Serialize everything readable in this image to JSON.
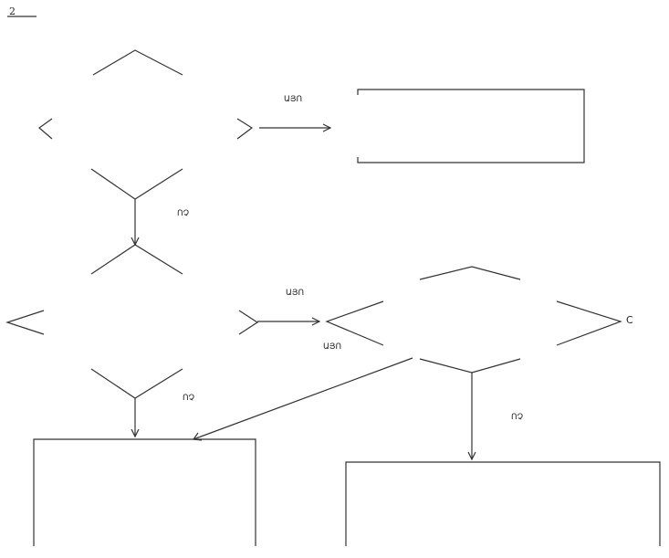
{
  "header": {
    "number": "2",
    "title": "",
    "subtitle": ""
  },
  "decisions": [
    {
      "id": "d1",
      "text": ""
    },
    {
      "id": "d2",
      "text": ""
    },
    {
      "id": "d3",
      "text": ""
    }
  ],
  "boxes": [
    {
      "id": "b1",
      "text": ""
    },
    {
      "id": "b2",
      "text": ""
    },
    {
      "id": "b3",
      "text": ""
    }
  ],
  "labels": {
    "yes": "ԱՅՈ",
    "no": "ՈՉ",
    "c": "C"
  },
  "colors": {
    "line": "#333333",
    "text": "#222222",
    "background": "#ffffff"
  }
}
